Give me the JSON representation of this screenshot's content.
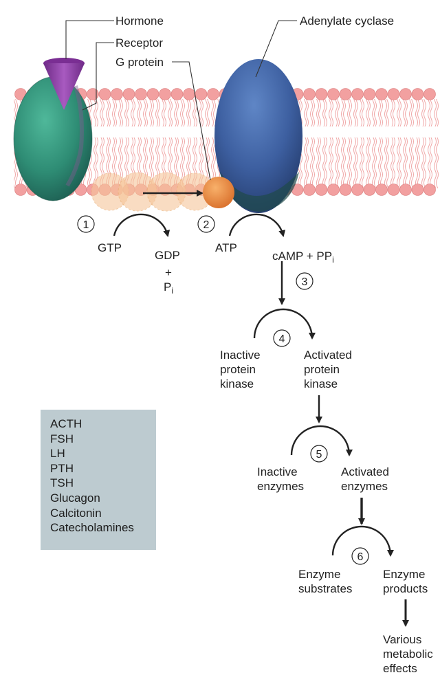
{
  "labels": {
    "hormone": "Hormone",
    "receptor": "Receptor",
    "g_protein": "G protein",
    "adenylate_cyclase": "Adenylate cyclase"
  },
  "steps": [
    "1",
    "2",
    "3",
    "4",
    "5",
    "6"
  ],
  "reactions": {
    "gtp": "GTP",
    "gdp": "GDP",
    "plus": "+",
    "pi_base": "P",
    "pi_sub": "i",
    "atp": "ATP",
    "camp_base": "cAMP + PP",
    "camp_sub": "i",
    "inactive_kinase": [
      "Inactive",
      "protein",
      "kinase"
    ],
    "activated_kinase": [
      "Activated",
      "protein",
      "kinase"
    ],
    "inactive_enzymes": [
      "Inactive",
      "enzymes"
    ],
    "activated_enzymes": [
      "Activated",
      "enzymes"
    ],
    "enzyme_substrates": [
      "Enzyme",
      "substrates"
    ],
    "enzyme_products": [
      "Enzyme",
      "products"
    ],
    "effects": [
      "Various",
      "metabolic",
      "effects"
    ]
  },
  "hormone_list": [
    "ACTH",
    "FSH",
    "LH",
    "PTH",
    "TSH",
    "Glucagon",
    "Calcitonin",
    "Catecholamines"
  ],
  "colors": {
    "lipid_head": "#f2a0a0",
    "receptor": "#2f8f78",
    "cyclase": "#3d5fa0",
    "g_protein": "#f39a4c",
    "hormone": "#8a3aa0",
    "box": "#bdcbd0"
  }
}
